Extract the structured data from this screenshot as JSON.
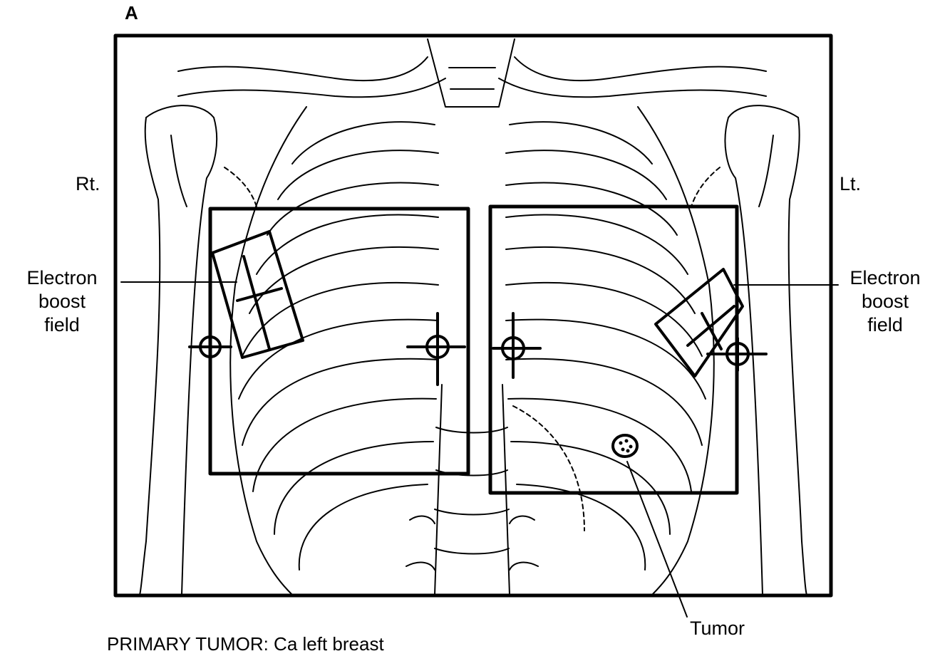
{
  "figure": {
    "panel_letter": "A",
    "side_right": "Rt.",
    "side_left": "Lt.",
    "right_boost_label": [
      "Electron",
      "boost",
      "field"
    ],
    "left_boost_label": [
      "Electron",
      "boost",
      "field"
    ],
    "tumor_label": "Tumor",
    "caption": "PRIMARY TUMOR: Ca left breast"
  },
  "colors": {
    "ink": "#000000",
    "background": "#ffffff"
  }
}
